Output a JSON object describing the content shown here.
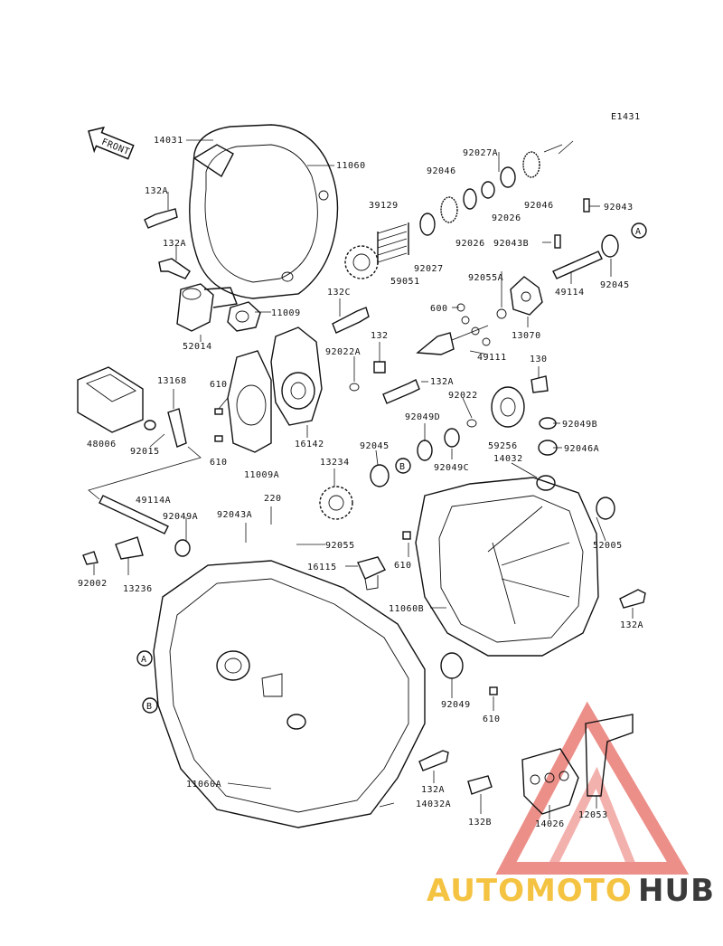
{
  "diagram_id": "E1431",
  "front_label": "FRONT",
  "callout_a": "A",
  "callout_b": "B",
  "labels": {
    "l14031": "14031",
    "l11060": "11060",
    "l132a_1": "132A",
    "l132a_2": "132A",
    "l11009": "11009",
    "l52014": "52014",
    "l92027a": "92027A",
    "l92046a": "92046",
    "l92046b": "92046",
    "l39129": "39129",
    "l92026a": "92026",
    "l92026b": "92026",
    "l92027": "92027",
    "l59051": "59051",
    "l92043": "92043",
    "l92043b": "92043B",
    "l49114": "49114",
    "l92045a": "92045",
    "l132c": "132C",
    "l92055a": "92055A",
    "l600": "600",
    "l13070": "13070",
    "l49111": "49111",
    "l92022a": "92022A",
    "l132": "132",
    "l130": "130",
    "l132a_3": "132A",
    "l13168": "13168",
    "l610a": "610",
    "l610b": "610",
    "l48006": "48006",
    "l92015": "92015",
    "l16142": "16142",
    "l11009a": "11009A",
    "l92022": "92022",
    "l59256": "59256",
    "l92049b": "92049B",
    "l92049d": "92049D",
    "l92045b": "92045",
    "l92046a2": "92046A",
    "l92049c": "92049C",
    "l13234": "13234",
    "l14032": "14032",
    "l49114a": "49114A",
    "l92049a": "92049A",
    "l92043a": "92043A",
    "l220": "220",
    "l92055": "92055",
    "l16115": "16115",
    "l610c": "610",
    "l52005": "52005",
    "l92002": "92002",
    "l13236": "13236",
    "l11060b": "11060B",
    "l132a_4": "132A",
    "l92049": "92049",
    "l610d": "610",
    "l11060a": "11060A",
    "l132a_5": "132A",
    "l14032a": "14032A",
    "l132b": "132B",
    "l14026": "14026",
    "l12053": "12053"
  },
  "watermark": {
    "part1": "AUTOMOTO",
    "part2": "HUB",
    "color1": "#f5c342",
    "color2": "#3a3a3a",
    "triangle_color": "#e8746c"
  }
}
